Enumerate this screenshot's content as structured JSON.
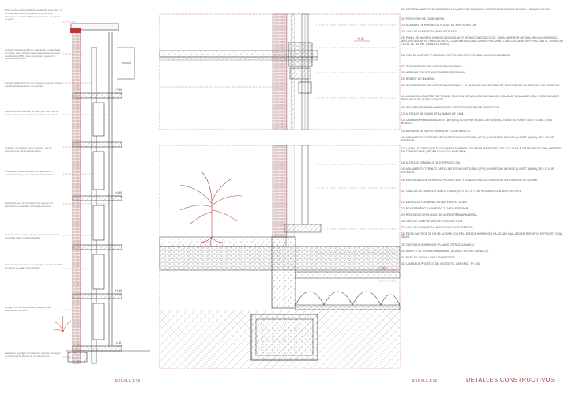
{
  "left_notes": [
    "Muro conformado por fábrica de ladrillo cara vista, ¼ en tabiquería interior, aislamiento térmico de poliestireno extruido (XPS) y trasdosado con placas de yeso.",
    "Cubierta plana invertida no transitable con acabado de grava, sobre lámina impermeabilizante de betún modificado (LBM), capa separadora geotextil y aislamiento térmico.",
    "Carpintería de aluminio con rotura de puente térmico y doble acristalamiento con cámara.",
    "Forjado de losa alveolar de hormigón con capa de compresión de espesor 5 cm y mallazo de reparto.",
    "Acabado de madera sobre rastreles, previa colocación de lámina antiimpacto.",
    "Solado de losa de hormigón armado sobre encachado de grava con lámina de polietileno.",
    "Forjado de losa de hormigón con paneles de poliestireno expandido como aligeramiento.",
    "Carpintería de madera de pino tratada y barnizada, con vidrio doble, hoja practicable.",
    "Cimentación por zapata de hormigón armado HA-25 con vigas de atado perimetrales.",
    "Rodapié de madera lacada a juego con las carpinterías interiores.",
    "Zapata de hormigón armado con capa de hormigón de limpieza HL-150 de 10 cm de espesor."
  ],
  "legend": [
    "21. ACRISTALAMIENTO CON CÁMARA EN MARCO DE ALUMINIO. VIDRIO TEMPLADO DE 24:6 MM + CÁMARA 16 MM.",
    "22. PERCHERO DE CAMPANERÍA.",
    "23. ACABADO DE HORMIGÓN PULIDO DE ESPESOR 3 CM.",
    "24. LOSA DE HORMIGÓN ARMADO DE 8 CM.",
    "25. PANEL DE MADERA CON NÚCLEO AISLANTE DE BIOCONSTRUCCIÓN. CARA SUPERIOR DE TABLERO AGLOMERADO, INCLUSO AISLANTE TERMOACÚSTICO AGLOMERADO DE CORCHO NATURAL. CARA DECORATIVA: FRISO ABETO. ESPESOR TOTAL DE .65 MM. (PANEL ESTUDIO)",
    "26. VIGA DE ACERO IPE 240 CON PROTECCIÓN PROYECTADA CONTRA INCENDIOS.",
    "27. RIGIDIZADORES DE ACERO GALVANIZADO.",
    "28. IMPRIMACIÓN BITUMINOSA PRIMER SEVIOVA.",
    "29. REMATE DE MADERA.",
    "30. RIGIDIZADORES DE ACERO GALVANIZADO + EL ANCLAJE DEL SISTEMA DE SUJECIÓN DE LA CELOSÍA POR CORREAS.",
    "11. ARMADURA MUERTOR DE TENDEL T-60 CON SEPARACIÓN MÁXIMA DE 4 HILADAS PARA LA CELOSÍA Y DE 8 HILADAS PARA HOJA DE LADRILLO VISTO.",
    "12. CELOSÍA CERÁMICA MARRÓN CON TEXTURA RÚSTICA DE 20x20x7 CM.",
    "13. ALFEIZAR DE CHAPA DE ALUMINIO DE 3 MM.",
    "14. LÁMINA IMPERMEABILIZANTE LBM (SBS) AUTOPROTEGIDA CON GRÁNULO MATE POLYASFE MATE CONEX SE50 BLANCO.",
    "15. BARRERA DE VAPOR LÁMINA DE POLIETILENO G.",
    "16. AISLAMIENTO TÉRMICO DE POLIESTIRENO EXTRUIDO (XPS) CHOVAFOAM 300 MSO (1.0 SDT (W/MK)) DE 5 CM DE ESPESOR.",
    "17. LADRILLO CARA VISTA ECO KLINKER MARRÓN CON TEXTURA RÚSTICA DE 24 X 11,5 X 5 CM RECIBIDO CON MORTERO DE CEMENTO M-5 (PIEDRA ECOLÓGICA NEUTRA).",
    "18. ALFEIZAR CERÁMICO DE ESPESOR 2 CM.",
    "19. AISLAMIENTO TÉRMICO DE POLIESTIRENO EXTRUIDO (XPS) CHOVAFOAM 300 MSO (1.0 SDT (W/MK)) DE 6 CM DE ESPESOR.",
    "20. ENFOSCADO DE MORTERO PROYECTADO Y TENDIDO HASTA CONSEGUIR UN ESPESOR DE 5-15MM.",
    "21. TABICÓN DE LADRILLO HUECO DOBLE (24 X 11,5 X 7 CM) RECIBIDO CON MORTERO M-5.",
    "22. ENLUCIDO Y GUARNECIDO DE YESO E: 10 MM.",
    "23. POLIESTIRENO EXPANDIDO 2 CM DE ESPESOR.",
    "24. REDONDO CORRUGADO DE ACERO PARA ARMADURA.",
    "25. CAPA DE COMPRESIÓN DE ESPESOR 5 CM.",
    "27. LOSA DE HORMIGÓN ARMADO 15 CM DE ESPESOR.",
    "28. PIEZA CAVITI DE 30 CM DE ALTURA CON RELLENO DE HORMIGÓN HA-25 MÁS MALLAZO DE REPARTO. ESPESOR TOTAL: 35 CM.",
    "29. ZAPATA DE HORMIGÓN (PLANOS ESTRUCTURALES).",
    "30. MURETE DE HORMIGÓN ARMADO (PLANOS ESTRUCTURALES).",
    "31. BASE DE GRAVA-LUAR COMPACTADA.",
    "32. LÁMINA DE PROTECCIÓN GEOTEXTIL DANOFELT PY 300."
  ],
  "scales": {
    "left": "ESCALA 1:75",
    "middle": "ESCALA 1:15"
  },
  "title": "DETALLES CONSTRUCTIVOS",
  "levels": {
    "l1": "+4.00",
    "l2": "+0.60",
    "m1": "+4.00",
    "m2": "+0.60",
    "s1": "+7.50",
    "s2": "+4.50",
    "s3": "+1.50",
    "s4": "-1.50"
  },
  "colors": {
    "accent": "#b23a3a",
    "line": "#3a3a3a",
    "text": "#555555"
  }
}
